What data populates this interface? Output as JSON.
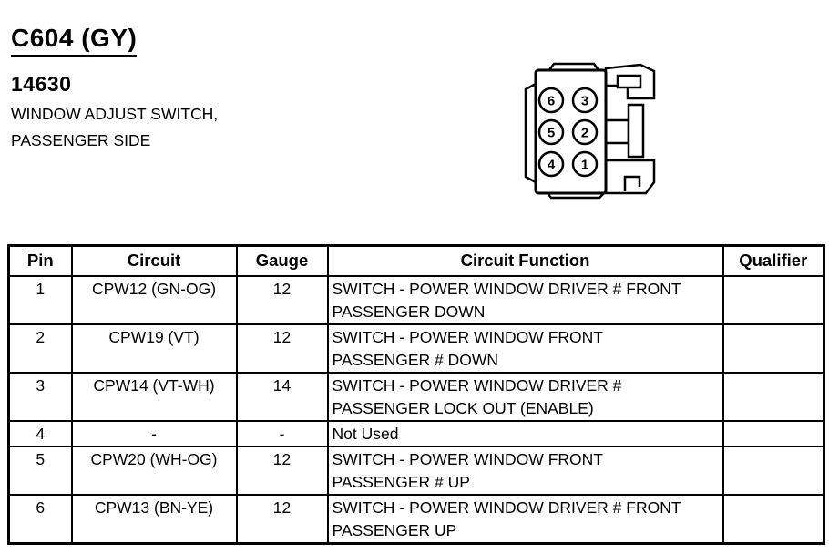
{
  "header": {
    "connector_id": "C604 (GY)",
    "part_number": "14630",
    "description": "WINDOW ADJUST SWITCH,\nPASSENGER SIDE"
  },
  "connector": {
    "pin_grid": [
      [
        "6",
        "3"
      ],
      [
        "5",
        "2"
      ],
      [
        "4",
        "1"
      ]
    ]
  },
  "pin_table": {
    "headers": {
      "pin": "Pin",
      "circuit": "Circuit",
      "gauge": "Gauge",
      "function": "Circuit Function",
      "qualifier": "Qualifier"
    },
    "rows": [
      {
        "pin": "1",
        "circuit": "CPW12 (GN-OG)",
        "gauge": "12",
        "function": "SWITCH - POWER WINDOW DRIVER # FRONT\nPASSENGER DOWN",
        "qualifier": ""
      },
      {
        "pin": "2",
        "circuit": "CPW19 (VT)",
        "gauge": "12",
        "function": "SWITCH - POWER WINDOW FRONT\nPASSENGER # DOWN",
        "qualifier": ""
      },
      {
        "pin": "3",
        "circuit": "CPW14 (VT-WH)",
        "gauge": "14",
        "function": "SWITCH - POWER WINDOW DRIVER #\nPASSENGER LOCK OUT (ENABLE)",
        "qualifier": ""
      },
      {
        "pin": "4",
        "circuit": "-",
        "gauge": "-",
        "function": "Not Used",
        "qualifier": ""
      },
      {
        "pin": "5",
        "circuit": "CPW20 (WH-OG)",
        "gauge": "12",
        "function": "SWITCH - POWER WINDOW FRONT\nPASSENGER # UP",
        "qualifier": ""
      },
      {
        "pin": "6",
        "circuit": "CPW13 (BN-YE)",
        "gauge": "12",
        "function": "SWITCH - POWER WINDOW DRIVER # FRONT\nPASSENGER UP",
        "qualifier": ""
      }
    ]
  },
  "colors": {
    "ink": "#000000",
    "paper": "#ffffff"
  }
}
